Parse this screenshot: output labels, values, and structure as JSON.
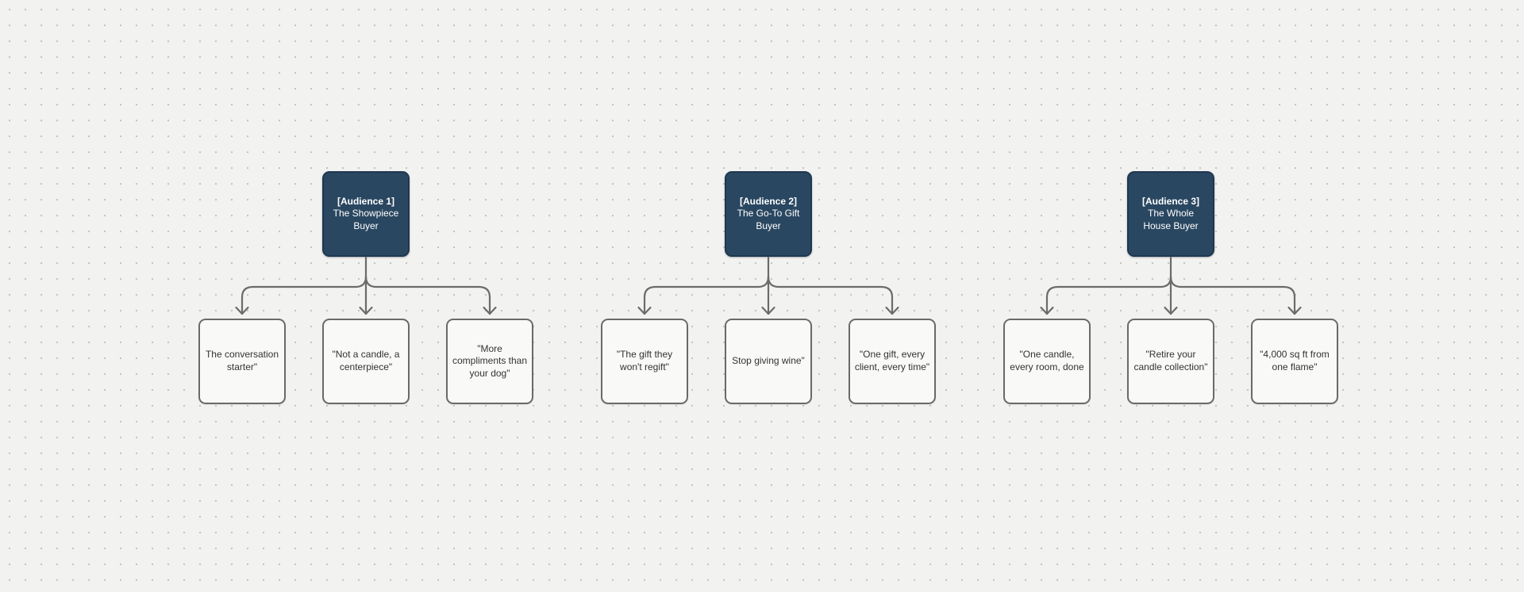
{
  "colors": {
    "canvas_background": "#f2f2f0",
    "dot_grid": "#c4c4c2",
    "parent_fill": "#2a4761",
    "parent_border": "#1e3750",
    "parent_text": "#ffffff",
    "child_fill": "#f9f9f7",
    "child_border": "#6a6a6a",
    "child_text": "#333333",
    "connector": "#6b6b6b"
  },
  "diagram": {
    "groups": [
      {
        "parent": {
          "tag": "[Audience 1]",
          "title": "The Showpiece Buyer"
        },
        "children": [
          "The conversation starter\"",
          "\"Not a candle, a centerpiece\"",
          "\"More compliments than your dog\""
        ]
      },
      {
        "parent": {
          "tag": "[Audience 2]",
          "title": "The Go-To Gift Buyer"
        },
        "children": [
          "\"The gift they won't regift\"",
          "Stop giving wine\"",
          "\"One gift, every client, every time\""
        ]
      },
      {
        "parent": {
          "tag": "[Audience 3]",
          "title": "The Whole House Buyer"
        },
        "children": [
          "\"One candle, every room, done",
          "\"Retire your candle collection\"",
          "\"4,000 sq ft from one flame\""
        ]
      }
    ]
  }
}
